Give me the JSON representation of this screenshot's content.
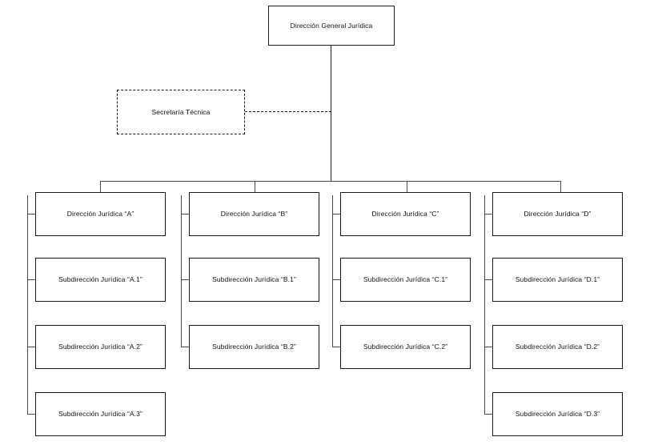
{
  "diagram": {
    "title_node": {
      "label": "Dirección General Jurídica"
    },
    "staff_node": {
      "label": "Secretaría Técnica",
      "style": "dashed"
    },
    "columns": [
      {
        "key": "A",
        "head": {
          "label": "Dirección Jurídica “A”"
        },
        "children": [
          {
            "label": "Subdirección Jurídica “A.1”"
          },
          {
            "label": "Subdirección Jurídica “A.2”"
          },
          {
            "label": "Subdirección Jurídica “A.3”"
          }
        ]
      },
      {
        "key": "B",
        "head": {
          "label": "Dirección Jurídica “B”"
        },
        "children": [
          {
            "label": "Subdirección Jurídica “B.1”"
          },
          {
            "label": "Subdirección Jurídica “B.2”"
          }
        ]
      },
      {
        "key": "C",
        "head": {
          "label": "Dirección Jurídica “C”"
        },
        "children": [
          {
            "label": "Subdirección Jurídica “C.1”"
          },
          {
            "label": "Subdirección Jurídica “C.2”"
          }
        ]
      },
      {
        "key": "D",
        "head": {
          "label": "Dirección Jurídica “D”"
        },
        "children": [
          {
            "label": "Subdirección Jurídica “D.1”"
          },
          {
            "label": "Subdirección Jurídica “D.2”"
          },
          {
            "label": "Subdirección Jurídica “D.3”"
          }
        ]
      }
    ],
    "colors": {
      "box_border": "#1a1a1a",
      "connector": "#4a4a4a",
      "text": "#111111",
      "background": "#ffffff"
    }
  }
}
